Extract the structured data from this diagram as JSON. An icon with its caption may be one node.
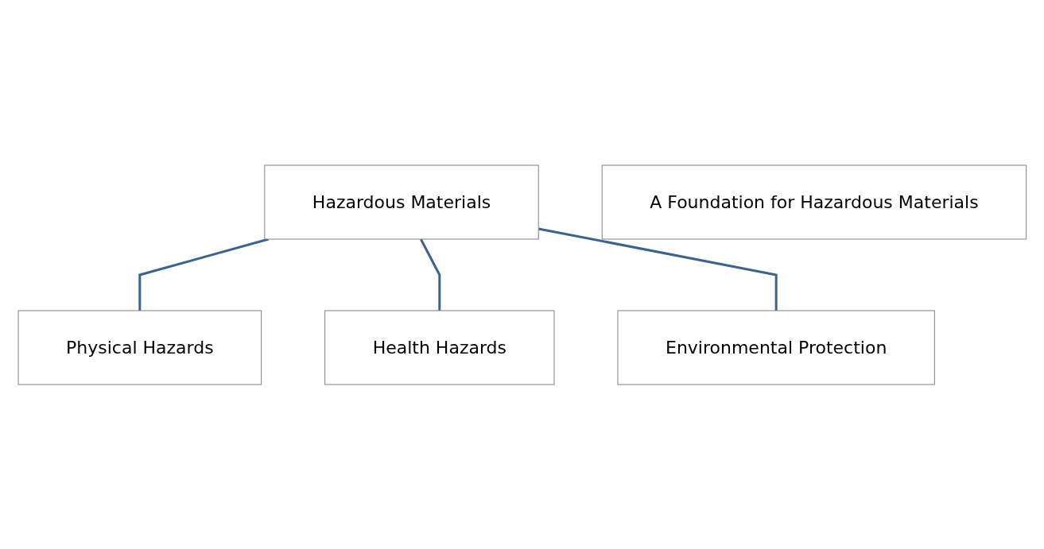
{
  "diagram": {
    "nodes": [
      {
        "text": [
          "Hazardous Materials"
        ]
      },
      {
        "text": [
          "Physical Hazards"
        ]
      },
      {
        "text": [
          "Health Hazards"
        ]
      },
      {
        "text": [
          "Environmental Protection"
        ]
      },
      {
        "text": [
          "A Foundation for Hazardous Materials"
        ]
      }
    ],
    "edges": [
      {
        "from": 0,
        "to": 1,
        "arrow": "none"
      },
      {
        "from": 0,
        "to": 2,
        "arrow": "none"
      },
      {
        "from": 0,
        "to": 3,
        "arrow": "none"
      }
    ]
  }
}
